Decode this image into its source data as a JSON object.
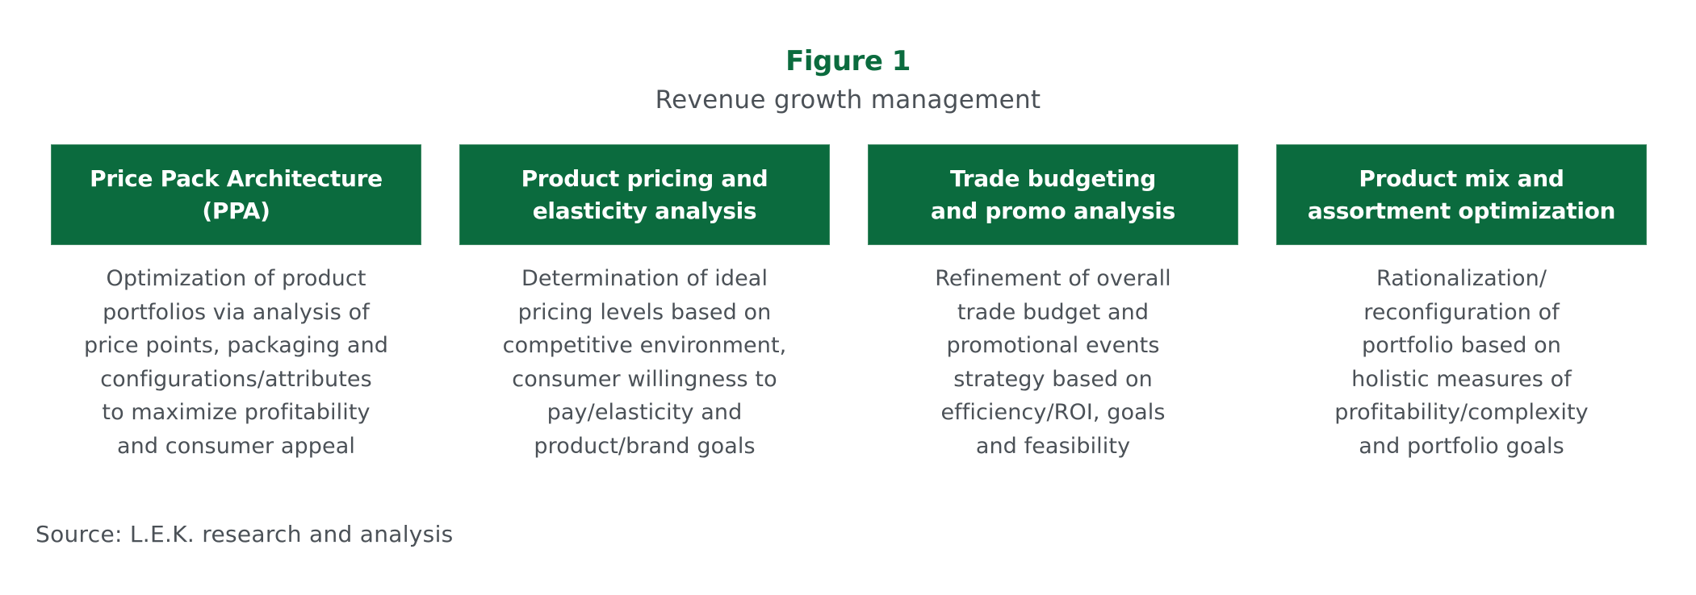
{
  "figure": {
    "title": "Figure 1",
    "subtitle": "Revenue growth management"
  },
  "colors": {
    "accent_green": "#0b6b3e",
    "header_text": "#ffffff",
    "body_text": "#4b5157",
    "background": "#ffffff"
  },
  "columns": [
    {
      "header_lines": [
        "Price Pack Architecture",
        "(PPA)"
      ],
      "description_lines": [
        "Optimization of product",
        "portfolios via analysis of",
        "price points, packaging and",
        "configurations/attributes",
        "to maximize profitability",
        "and consumer appeal"
      ]
    },
    {
      "header_lines": [
        "Product pricing and",
        "elasticity analysis"
      ],
      "description_lines": [
        "Determination of ideal",
        "pricing levels based on",
        "competitive environment,",
        "consumer willingness to",
        "pay/elasticity and",
        "product/brand goals"
      ]
    },
    {
      "header_lines": [
        "Trade budgeting",
        "and promo analysis"
      ],
      "description_lines": [
        "Refinement of overall",
        "trade budget and",
        "promotional events",
        "strategy based on",
        "efficiency/ROI, goals",
        "and feasibility"
      ]
    },
    {
      "header_lines": [
        "Product mix and",
        "assortment optimization"
      ],
      "description_lines": [
        "Rationalization/",
        "reconfiguration of",
        "portfolio based on",
        "holistic measures of",
        "profitability/complexity",
        "and portfolio goals"
      ]
    }
  ],
  "source": "Source: L.E.K. research and analysis"
}
